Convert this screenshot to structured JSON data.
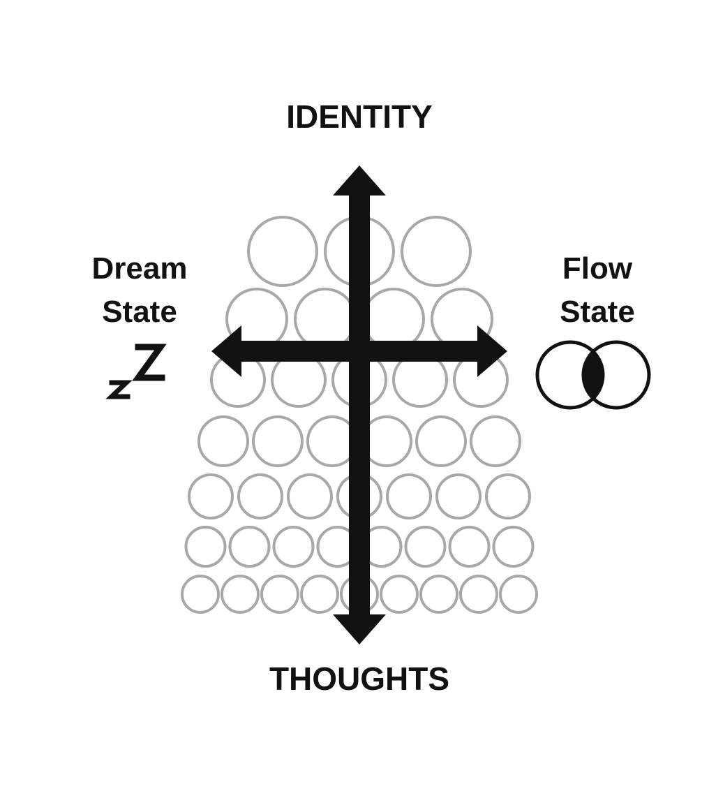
{
  "axes": {
    "top_label": "IDENTITY",
    "bottom_label": "THOUGHTS",
    "left_label": [
      "Dream",
      "State"
    ],
    "right_label": [
      "Flow",
      "State"
    ]
  },
  "icons": {
    "left": "sleep-zzz-icon",
    "right": "venn-overlap-icon"
  },
  "colors": {
    "ink": "#111111",
    "circle_stroke": "#a8a8a8",
    "background": "#ffffff"
  },
  "circle_rows": [
    3,
    4,
    5,
    6,
    7,
    8,
    9
  ]
}
